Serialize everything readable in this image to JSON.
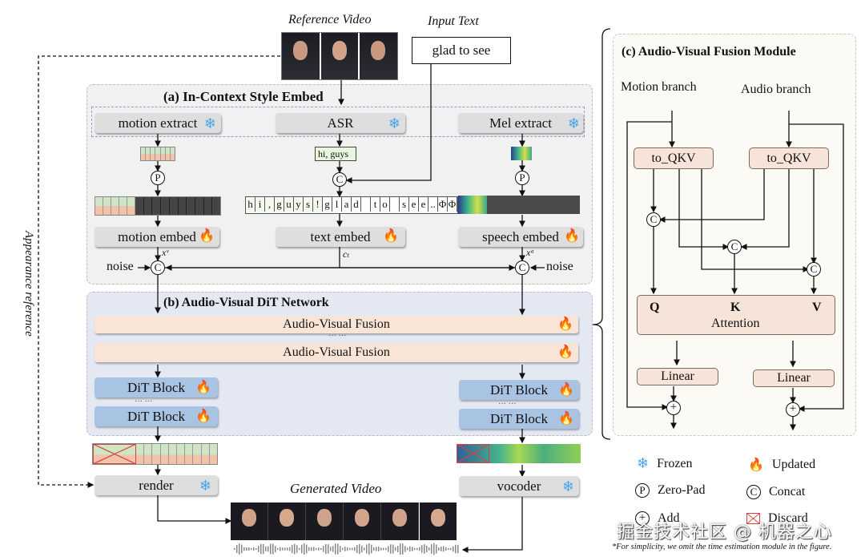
{
  "inputs": {
    "reference_video_label": "Reference Video",
    "input_text_label": "Input Text",
    "input_text_value": "glad to see"
  },
  "appearance_reference_label": "Appearance reference",
  "panel_a": {
    "title": "(a) In-Context Style Embed",
    "extractors": [
      {
        "label": "motion extract",
        "state": "frozen"
      },
      {
        "label": "ASR",
        "state": "frozen"
      },
      {
        "label": "Mel extract",
        "state": "frozen"
      }
    ],
    "asr_output": "hi, guys",
    "token_sequence": [
      "h",
      "i",
      ",",
      "g",
      "u",
      "y",
      "s",
      "!",
      "g",
      "l",
      "a",
      "d",
      " ",
      "t",
      "o",
      " ",
      "s",
      "e",
      "e",
      "..",
      "Φ",
      "Φ"
    ],
    "embedders": [
      {
        "label": "motion embed",
        "state": "updated"
      },
      {
        "label": "text embed",
        "state": "updated"
      },
      {
        "label": "speech embed",
        "state": "updated"
      }
    ],
    "symbols": {
      "motion": "xᵛ",
      "text": "cₜ",
      "audio": "xᵃ"
    },
    "noise_label": "noise"
  },
  "panel_b": {
    "title": "(b) Audio-Visual DiT Network",
    "fusion_layers": [
      "Audio-Visual Fusion",
      "Audio-Visual Fusion"
    ],
    "ellipsis": "··· ···",
    "dit_blocks": [
      "DiT Block",
      "DiT Block"
    ]
  },
  "outputs": {
    "render_label": "render",
    "vocoder_label": "vocoder",
    "generated_video_label": "Generated Video"
  },
  "panel_c": {
    "title": "(c) Audio-Visual Fusion Module",
    "motion_branch": "Motion branch",
    "audio_branch": "Audio branch",
    "to_qkv": "to_QKV",
    "attention": {
      "q": "Q",
      "k": "K",
      "v": "V",
      "label": "Attention"
    },
    "linear": "Linear"
  },
  "legend": {
    "frozen": "Frozen",
    "updated": "Updated",
    "zero_pad": "Zero-Pad",
    "concat": "Concat",
    "add": "Add",
    "discard": "Discard"
  },
  "symbols": {
    "pad": "P",
    "concat": "C",
    "add": "+",
    "snowflake": "❄",
    "fire": "🔥"
  },
  "footnote": "*For simplicity, we omit the time estimation module in the figure.",
  "watermark": "掘金技术社区 @ 机器之心",
  "colors": {
    "frozen": "#4aa3e8",
    "updated": "#e8382c",
    "fusion": "#f8e5d6",
    "dit": "#a9c3e3",
    "discard": "#d0463f"
  }
}
